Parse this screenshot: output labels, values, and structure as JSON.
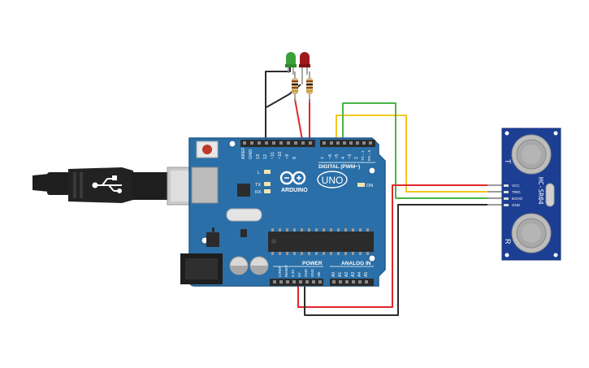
{
  "colors": {
    "board": "#2a6fa8",
    "board_edge": "#1f5a8c",
    "header": "#2b2b2b",
    "sensor": "#1c3f93",
    "transducer": "#b7b7b7",
    "wire_red": "#e0262b",
    "wire_black": "#2b2b2b",
    "wire_yellow": "#f2c81e",
    "wire_green": "#49b548",
    "led_green": "#3aa13a",
    "led_red": "#9e1a1a",
    "resistor_body": "#d6b583"
  },
  "board": {
    "brand": "ARDUINO",
    "model": "UNO",
    "digital_label": "DIGITAL (PWM~)",
    "power_label": "POWER",
    "analog_label": "ANALOG IN",
    "on_label": "ON",
    "l_label": "L",
    "tx_label": "TX",
    "rx_label": "RX",
    "digital_pins": [
      "AREF",
      "GND",
      "13",
      "12",
      "~11",
      "~10",
      "~9",
      "8",
      "7",
      "~6",
      "~5",
      "4",
      "~3",
      "2",
      "TX→1",
      "RX←0"
    ],
    "power_pins": [
      "IOREF",
      "RESET",
      "3.3V",
      "5V",
      "GND",
      "GND",
      "Vin"
    ],
    "analog_pins": [
      "A0",
      "A1",
      "A2",
      "A3",
      "A4",
      "A5"
    ]
  },
  "sensor": {
    "model": "HC-SR04",
    "pins": [
      "VCC",
      "TRIG",
      "ECHO",
      "GND"
    ],
    "t_label": "T",
    "r_label": "R"
  },
  "usb": {
    "icon": "usb-icon"
  }
}
